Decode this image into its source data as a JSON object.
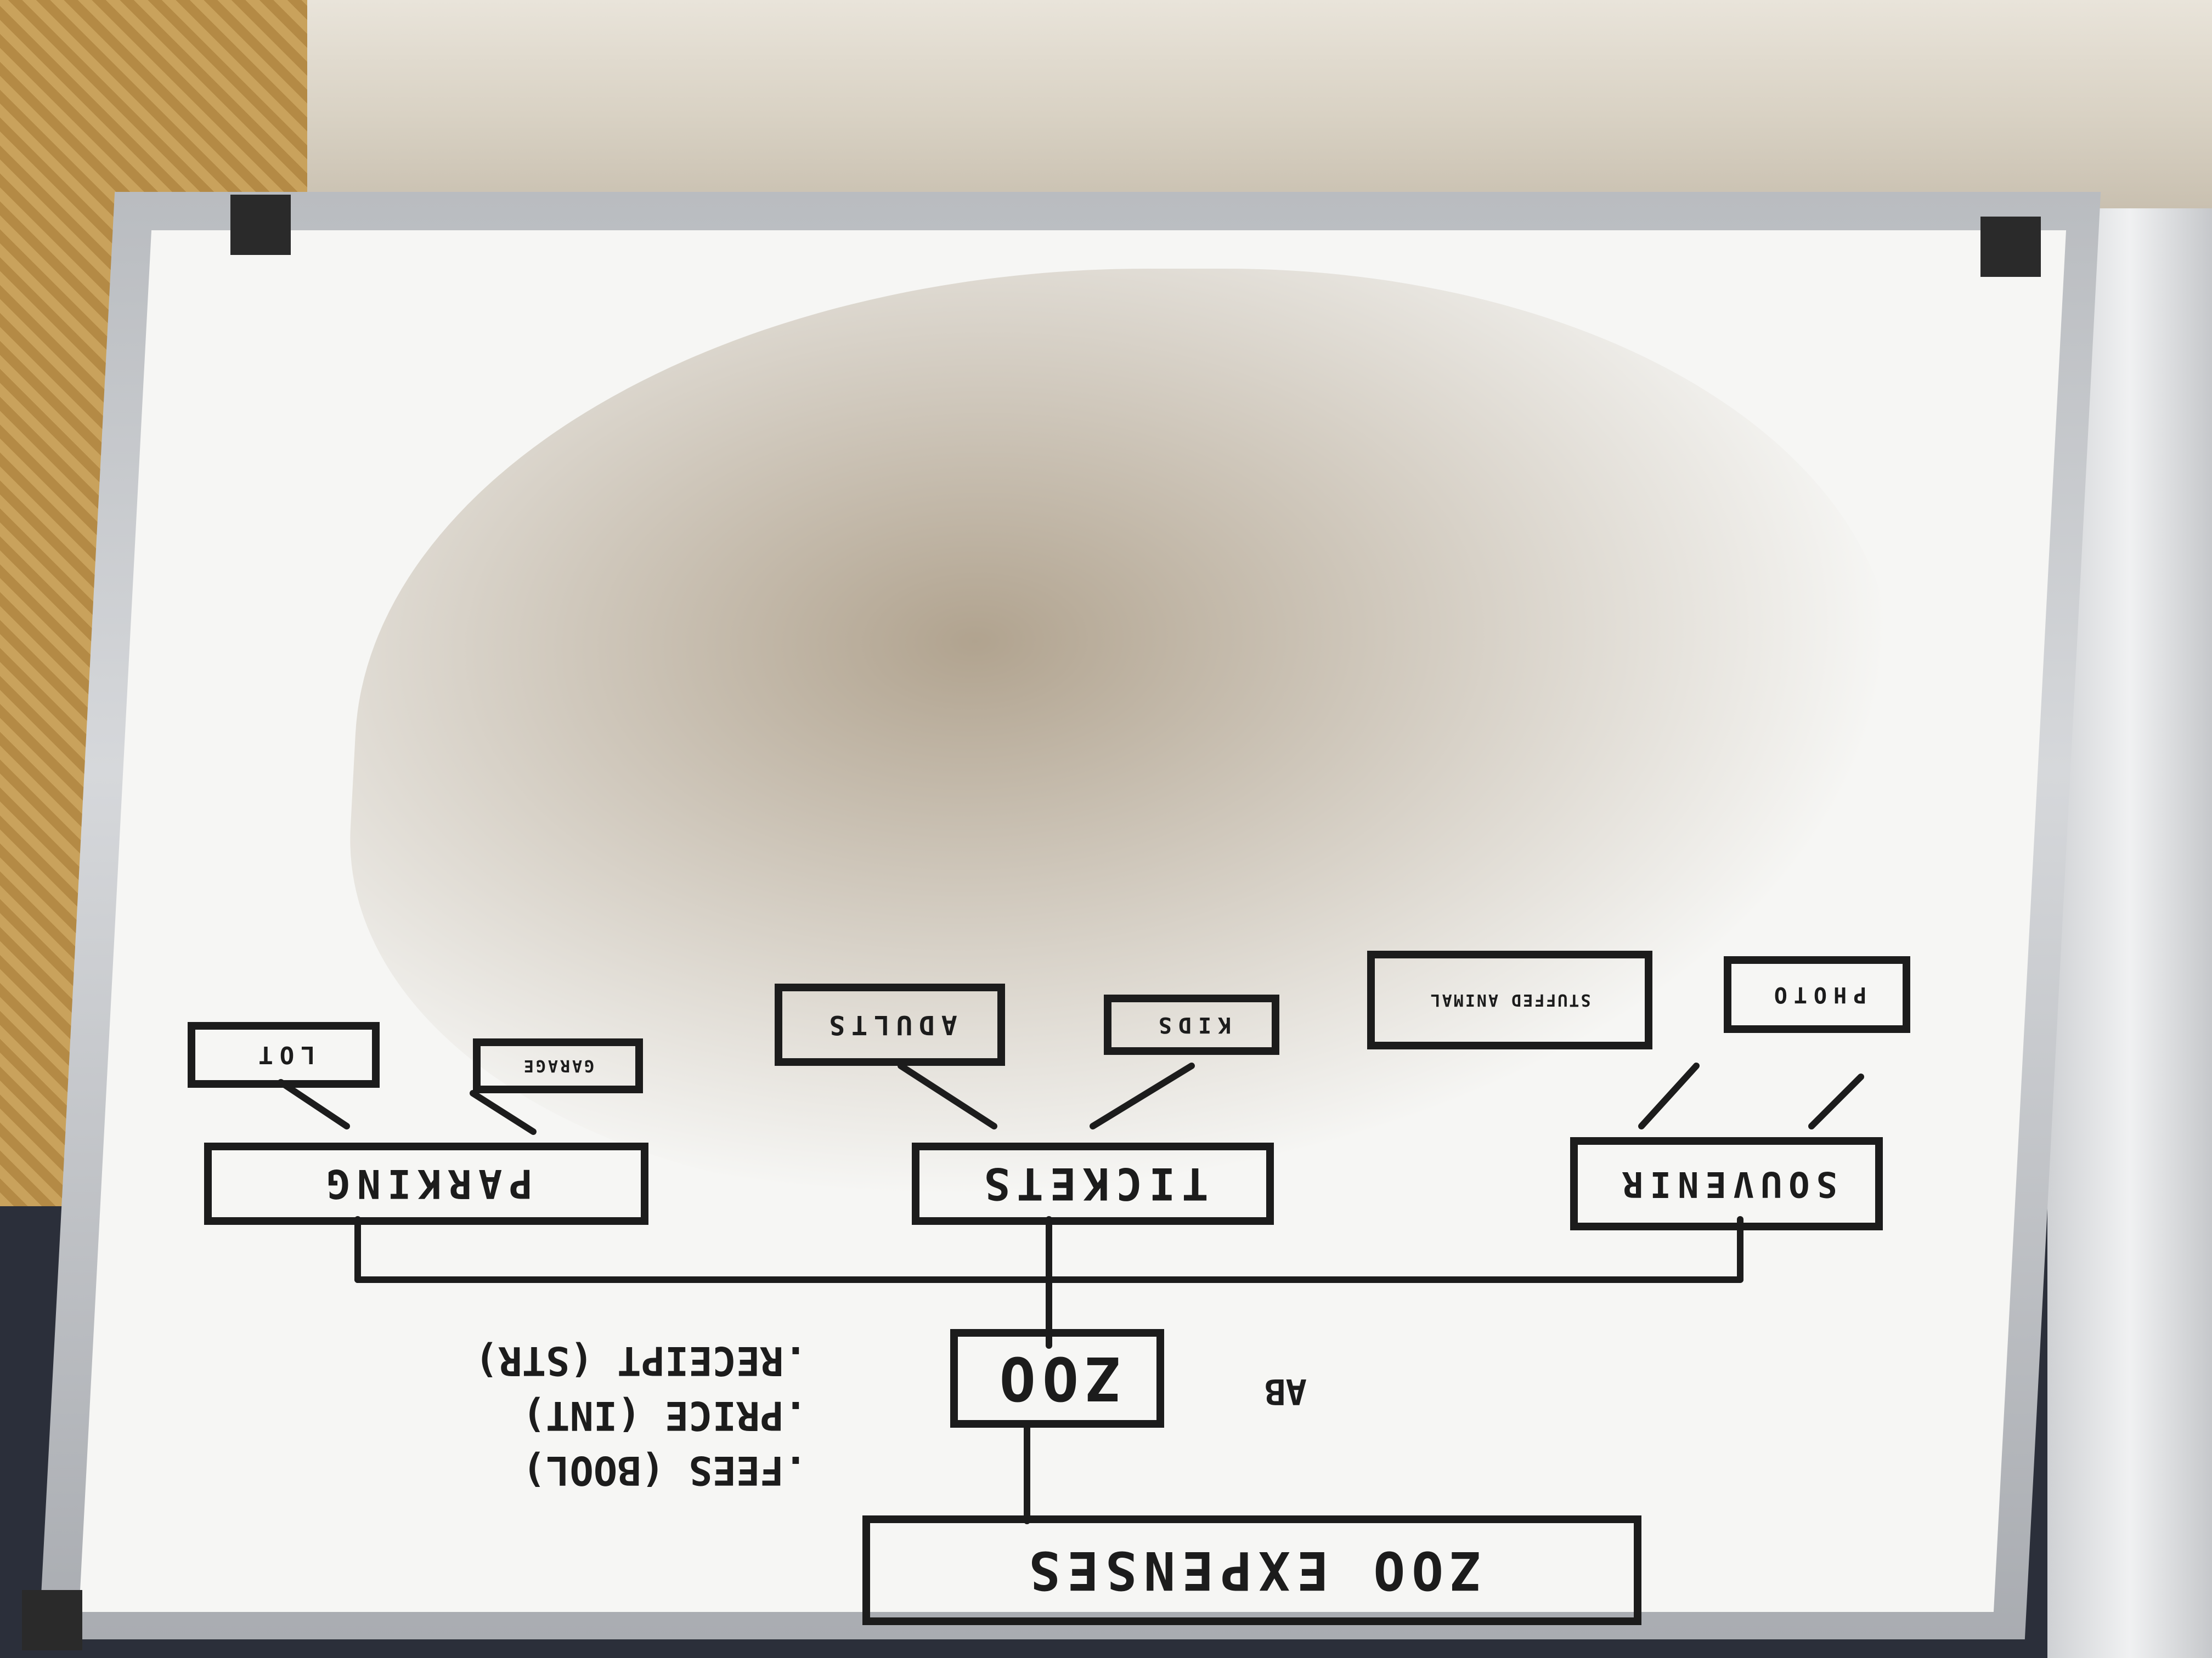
{
  "whiteboard": {
    "root": "ZOO EXPENSES",
    "zoo": {
      "label": "ZOO",
      "mark": "AB",
      "attributes": [
        ".FEES (BOOL)",
        ".PRICE (INT)",
        ".RECEIPT (STR)"
      ]
    },
    "branches": [
      {
        "label": "PARKING",
        "children": [
          "LOT",
          "GARAGE"
        ]
      },
      {
        "label": "TICKETS",
        "children": [
          "ADULTS",
          "KIDS"
        ]
      },
      {
        "label": "SOUVENIR",
        "children": [
          "STUFFED ANIMAL",
          "PHOTO"
        ]
      }
    ]
  }
}
